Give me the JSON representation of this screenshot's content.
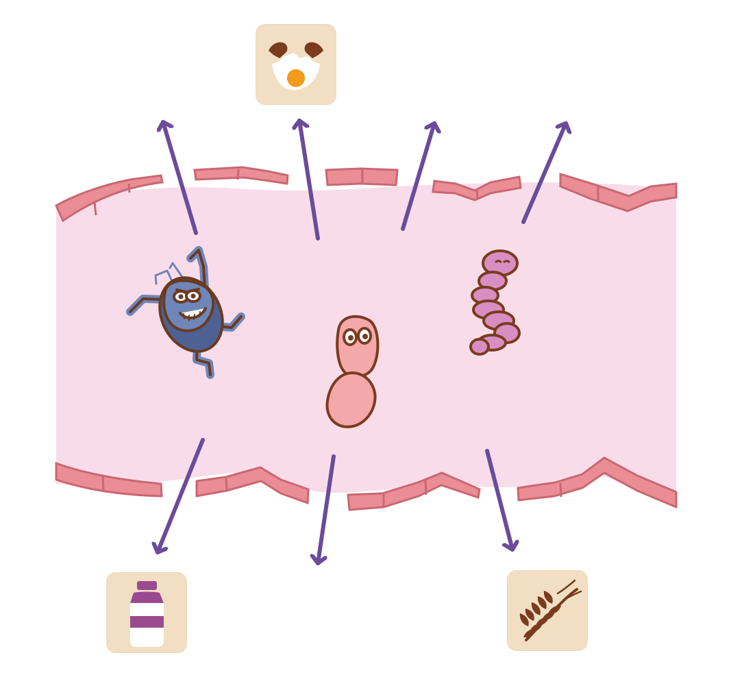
{
  "diagram": {
    "colors": {
      "background": "#ffffff",
      "lumen": "#f8dce9",
      "wall_tile": "#ea8d95",
      "wall_outline": "#c96772",
      "arrow": "#6b4b9b",
      "food_tile": "#f2dfc3",
      "outline_brown": "#7a3b1f"
    },
    "microbes": [
      {
        "name": "blue-bug-microbe",
        "color": "#6f86b9"
      },
      {
        "name": "pink-peanut-microbe",
        "color": "#f4a8aa"
      },
      {
        "name": "pink-worm-microbe",
        "color": "#d98ec3"
      }
    ],
    "foods": [
      {
        "name": "egg-icon"
      },
      {
        "name": "milk-bottle-icon"
      },
      {
        "name": "wheat-icon"
      }
    ]
  }
}
